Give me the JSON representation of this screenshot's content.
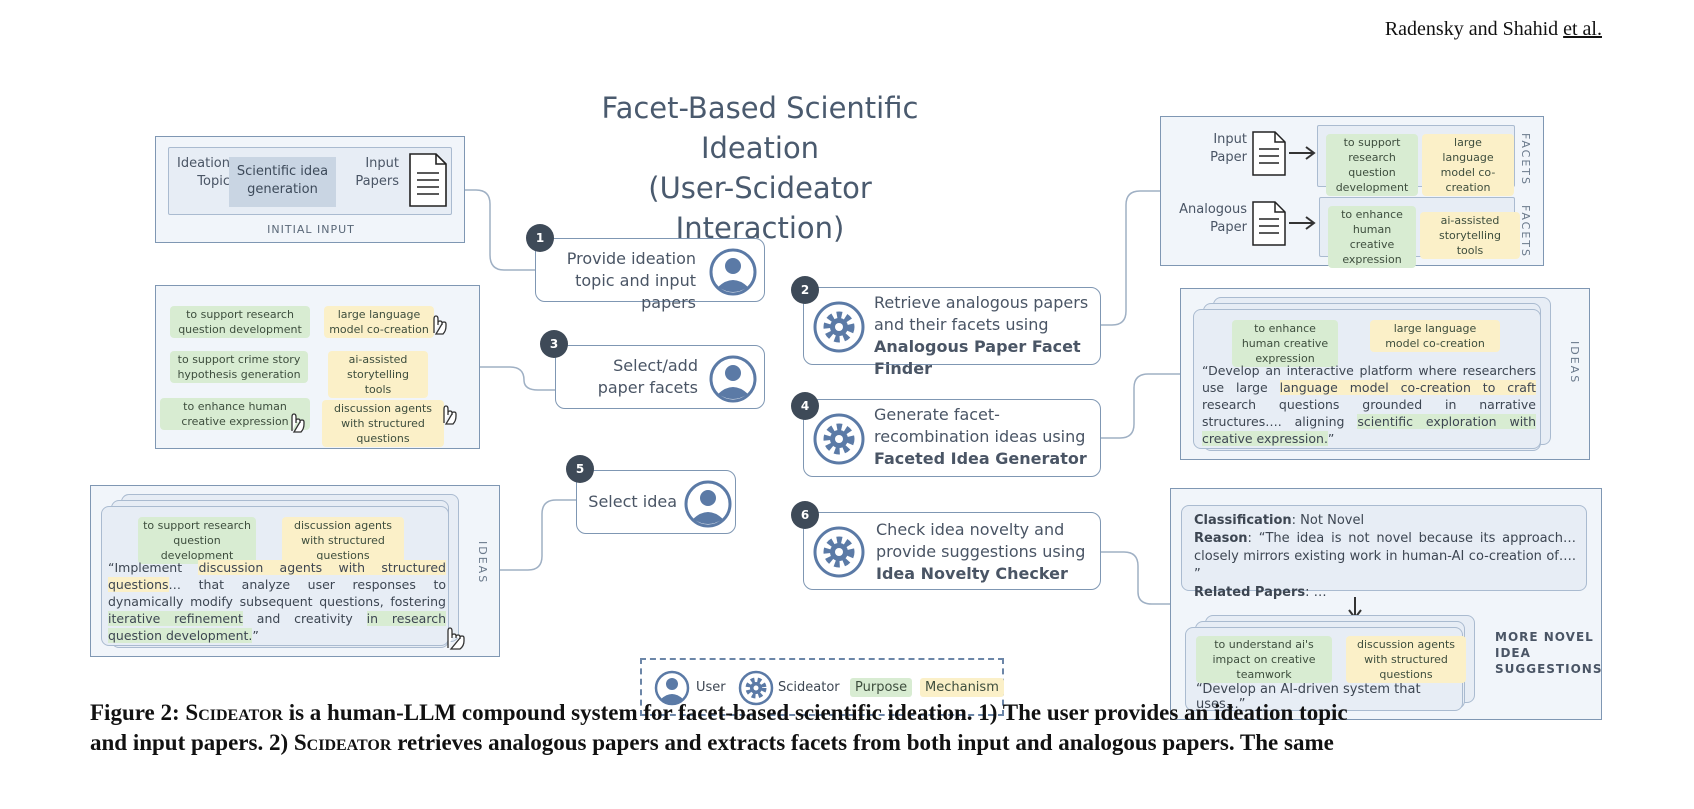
{
  "header": {
    "authors": "Radensky and Shahid ",
    "etal": "et al."
  },
  "title": {
    "line1": "Facet-Based Scientific Ideation",
    "line2": "(User-Scideator Interaction)"
  },
  "initial_input": {
    "ideation_topic_label": "Ideation Topic",
    "topic_value": "Scientific idea generation",
    "input_papers_label": "Input Papers",
    "panel_label": "INITIAL INPUT"
  },
  "steps": [
    {
      "num": "1",
      "text": "Provide ideation topic and input papers"
    },
    {
      "num": "2",
      "text_plain": "Retrieve analogous papers and their facets using ",
      "text_bold": "Analogous Paper Facet Finder"
    },
    {
      "num": "3",
      "text": "Select/add paper facets"
    },
    {
      "num": "4",
      "text_plain": "Generate facet-recombination ideas using ",
      "text_bold": "Faceted Idea Generator"
    },
    {
      "num": "5",
      "text": "Select idea"
    },
    {
      "num": "6",
      "text_plain": "Check idea novelty and provide suggestions using ",
      "text_bold": "Idea Novelty Checker"
    }
  ],
  "facets_panel": {
    "input_paper_label": "Input Paper",
    "analogous_paper_label": "Analogous Paper",
    "input_purpose": "to support research question development",
    "input_mechanism": "large language model co-creation",
    "analog_purpose": "to enhance human creative expression",
    "analog_mechanism": "ai-assisted storytelling tools",
    "vertical_label": "FACETS"
  },
  "selection_panel": {
    "chips": [
      "to support research question development",
      "large language model co-creation",
      "to support crime story hypothesis generation",
      "ai-assisted storytelling tools",
      "to enhance human creative expression",
      "discussion agents with structured questions"
    ]
  },
  "ideas_right": {
    "purpose": "to enhance human creative expression",
    "mechanism": "large language model co-creation",
    "text1": "“Develop an interactive platform where researchers use large ",
    "hl1": "language model co-creation to craft",
    "text2": " research questions grounded in narrative structures…. aligning ",
    "hl2": "scientific exploration with creative expression.",
    "text3": "”",
    "vertical_label": "IDEAS"
  },
  "ideas_left": {
    "purpose": "to support research question development",
    "mechanism": "discussion agents with structured questions",
    "t1": "“Implement ",
    "h1": "discussion agents with structured questions",
    "t2": "… that analyze user responses to dynamically modify subsequent questions, fostering ",
    "h2": "iterative refinement",
    "t3": " and creativity ",
    "h3": "in research question development.",
    "t4": "”",
    "vertical_label": "IDEAS"
  },
  "novelty_panel": {
    "classification_label": "Classification",
    "classification_value": ": Not Novel",
    "reason_label": "Reason",
    "reason_value": ": “The idea is not novel because its approach… closely mirrors existing work in human-AI co-creation of…. ”",
    "related_label": "Related Papers",
    "related_value": ": …",
    "sugg_purpose": "to understand ai's impact on creative teamwork",
    "sugg_mechanism": "discussion agents with structured questions",
    "sugg_text": "“Develop an AI-driven system that uses…”",
    "more_label": "MORE NOVEL IDEA SUGGESTIONS"
  },
  "legend": {
    "user": "User",
    "scideator": "Scideator",
    "purpose": "Purpose",
    "mechanism": "Mechanism"
  },
  "caption": {
    "line1_a": "Figure 2: ",
    "line1_sc": "Scideator",
    "line1_b": " is a human-LLM compound system for facet-based scientific ideation. 1) The user provides an ideation topic",
    "line2_a": "and input papers. 2) ",
    "line2_sc": "Scideator",
    "line2_b": " retrieves analogous papers and extracts facets from both input and analogous papers. The same"
  },
  "colors": {
    "panel_border": "#7f97b3",
    "panel_bg": "#f1f5fa",
    "purpose": "#d8ecd2",
    "mechanism": "#fbf0c8",
    "badge": "#3e4a58",
    "icon": "#5b7aa6"
  }
}
